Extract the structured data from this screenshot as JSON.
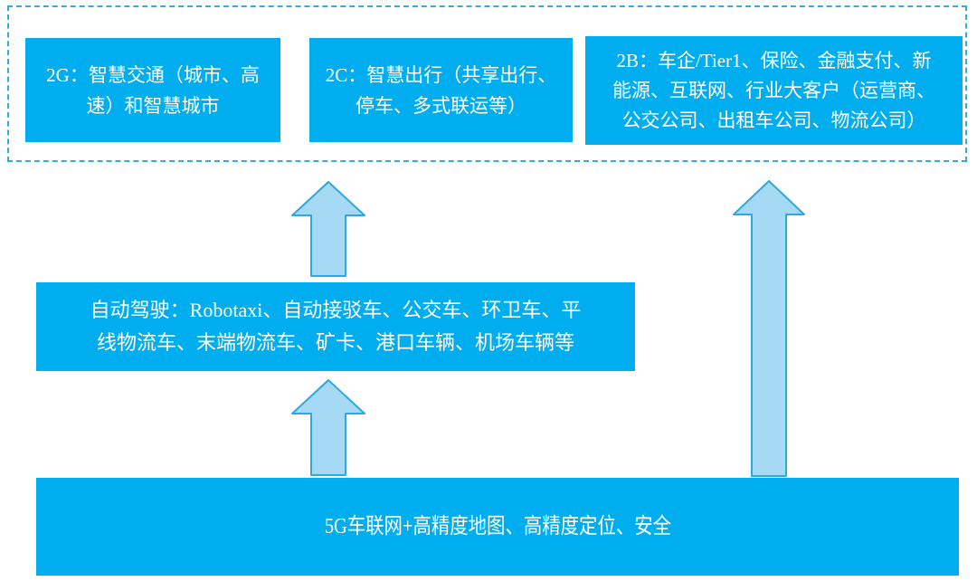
{
  "colors": {
    "background": "#FFFFFF",
    "box_fill": "#00AEEF",
    "box_text": "#FFFFFF",
    "arrow_fill": "#A6D9F4",
    "arrow_stroke": "#2EA8E0",
    "dashed_border": "#2FAEE3"
  },
  "top_group": {
    "boxes": [
      {
        "id": "2g",
        "lines": [
          "2G：智慧交通（城市、高",
          "速）和智慧城市"
        ]
      },
      {
        "id": "2c",
        "lines": [
          "2C：智慧出行（共享出行、",
          "停车、多式联运等）"
        ]
      },
      {
        "id": "2b",
        "lines": [
          "2B：车企/Tier1、保险、金融支付、新",
          "能源、互联网、行业大客户（运营商、",
          "公交公司、出租车公司、物流公司）"
        ]
      }
    ]
  },
  "middle_box": {
    "lines": [
      "自动驾驶：Robotaxi、自动接驳车、公交车、环卫车、平",
      "线物流车、末端物流车、矿卡、港口车辆、机场车辆等"
    ]
  },
  "bottom_box": {
    "lines": [
      "5G车联网+高精度地图、高精度定位、安全"
    ]
  },
  "arrows": [
    {
      "name": "arrow-bottom-to-middle",
      "direction": "up"
    },
    {
      "name": "arrow-middle-to-top",
      "direction": "up"
    },
    {
      "name": "arrow-bottom-to-top-right",
      "direction": "up"
    }
  ]
}
